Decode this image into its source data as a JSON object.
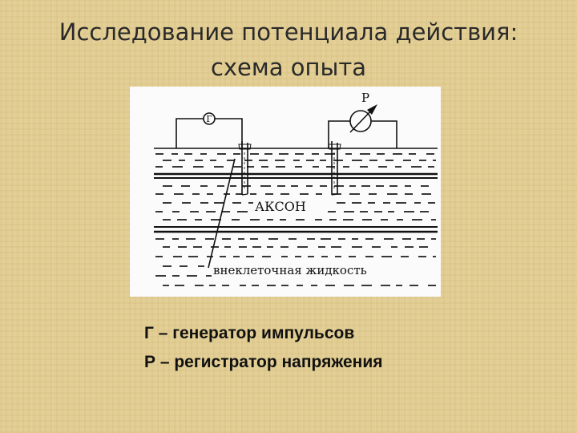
{
  "slide": {
    "title_line1": "Исследование потенциала действия:",
    "title_line2": "схема опыта"
  },
  "diagram": {
    "generator_symbol": "Г",
    "recorder_label": "Р",
    "axon_label": "АКСОН",
    "fluid_label": "внеклеточная жидкость"
  },
  "legend": {
    "line1": "Г – генератор импульсов",
    "line2": "Р – регистратор напряжения"
  }
}
